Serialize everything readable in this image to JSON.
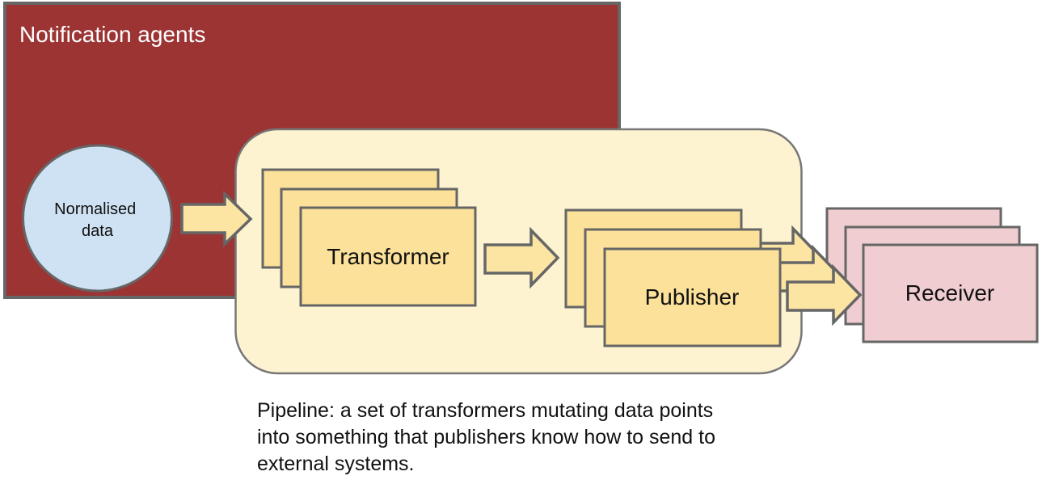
{
  "diagram_title": "Notification agents",
  "colors": {
    "container_red": "#9c3434",
    "container_red_border": "#666666",
    "pipeline_fill": "#fdf3d1",
    "pipeline_border": "#777777",
    "card_yellow": "#fbe199",
    "arrow_yellow": "#fce5a3",
    "receiver_pink": "#f0cdd0",
    "source_blue": "#cfe2f3",
    "shape_border": "#666666",
    "title_text": "#ffffff",
    "body_text": "#111111",
    "page_background": "#ffffff"
  },
  "nodes": {
    "container": {
      "label": "Notification agents"
    },
    "source": {
      "label": "Normalised data",
      "label_lines": [
        "Normalised",
        "data"
      ]
    },
    "transformer": {
      "label": "Transformer",
      "stack_count": 3
    },
    "publisher": {
      "label": "Publisher",
      "stack_count": 3
    },
    "receiver": {
      "label": "Receiver",
      "stack_count": 3
    }
  },
  "caption": {
    "text": "Pipeline: a set of transformers mutating data points into something that publishers know how to send to external systems.",
    "lines": [
      "Pipeline: a set of transformers mutating data points",
      "into something that publishers know how to send to",
      "external systems."
    ]
  }
}
